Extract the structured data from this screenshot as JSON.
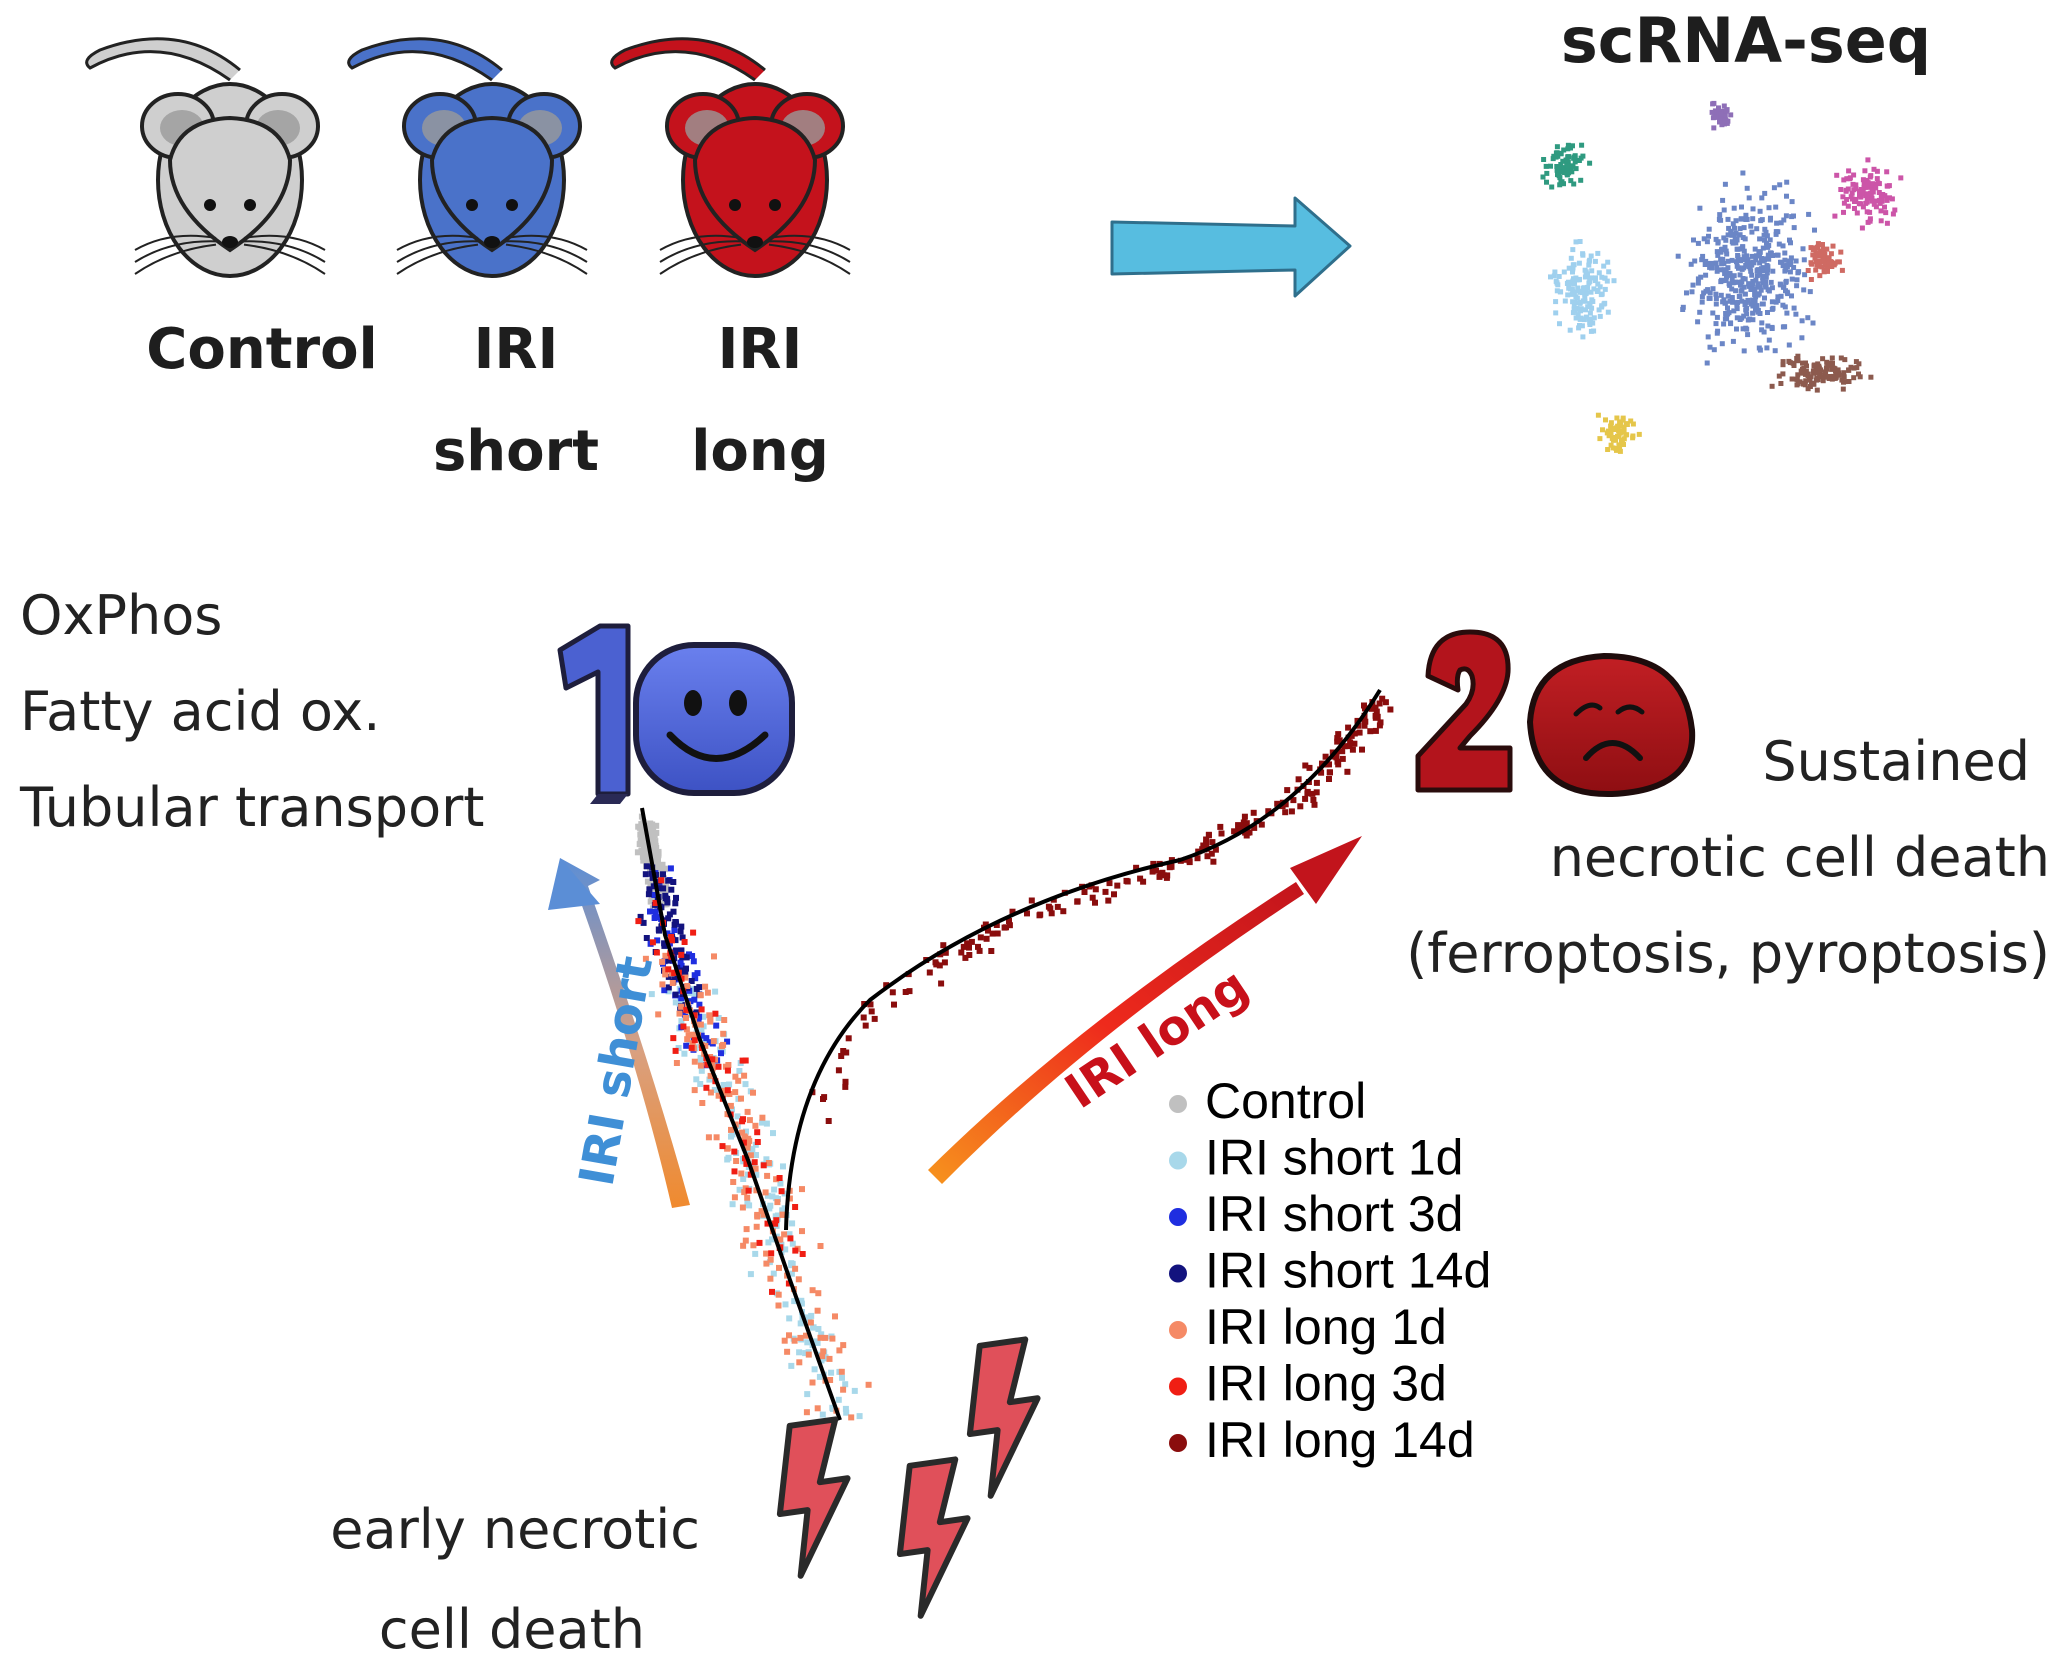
{
  "groups": [
    {
      "label_line1": "Control",
      "label_line2": "",
      "color": "#cfcfcf"
    },
    {
      "label_line1": "IRI",
      "label_line2": "short",
      "color": "#4a72c9"
    },
    {
      "label_line1": "IRI",
      "label_line2": "long",
      "color": "#c4121c"
    }
  ],
  "scrna": {
    "title": "scRNA-seq",
    "cluster_colors": [
      "#8e6fb7",
      "#2f9a80",
      "#6b86c6",
      "#cc55a8",
      "#9fd0ee",
      "#cf6a63",
      "#8c5a4e",
      "#e5c64a"
    ]
  },
  "state1": {
    "number": "1",
    "face": "smile",
    "color": "#4b61d1",
    "features": [
      "OxPhos",
      "Fatty acid ox.",
      "Tubular transport"
    ]
  },
  "state2": {
    "number": "2",
    "face": "sad",
    "color": "#b3141c",
    "lines": [
      "Sustained",
      "necrotic cell death",
      "(ferroptosis, pyroptosis)"
    ]
  },
  "arrows": {
    "short_label": "IRI short",
    "long_label": "IRI long"
  },
  "early_death": [
    "early necrotic",
    "cell death"
  ],
  "legend": [
    {
      "label": "Control",
      "color": "#c0c0c0"
    },
    {
      "label": "IRI short 1d",
      "color": "#a8d8ea"
    },
    {
      "label": "IRI short 3d",
      "color": "#1f2ee0"
    },
    {
      "label": "IRI short 14d",
      "color": "#13137e"
    },
    {
      "label": "IRI long 1d",
      "color": "#f58a66"
    },
    {
      "label": "IRI long 3d",
      "color": "#f01e14"
    },
    {
      "label": "IRI long 14d",
      "color": "#8a0d0d"
    }
  ],
  "icons": {
    "mouse": "mouse-icon",
    "arrow": "right-arrow-icon",
    "bolt": "lightning-bolt-icon"
  }
}
